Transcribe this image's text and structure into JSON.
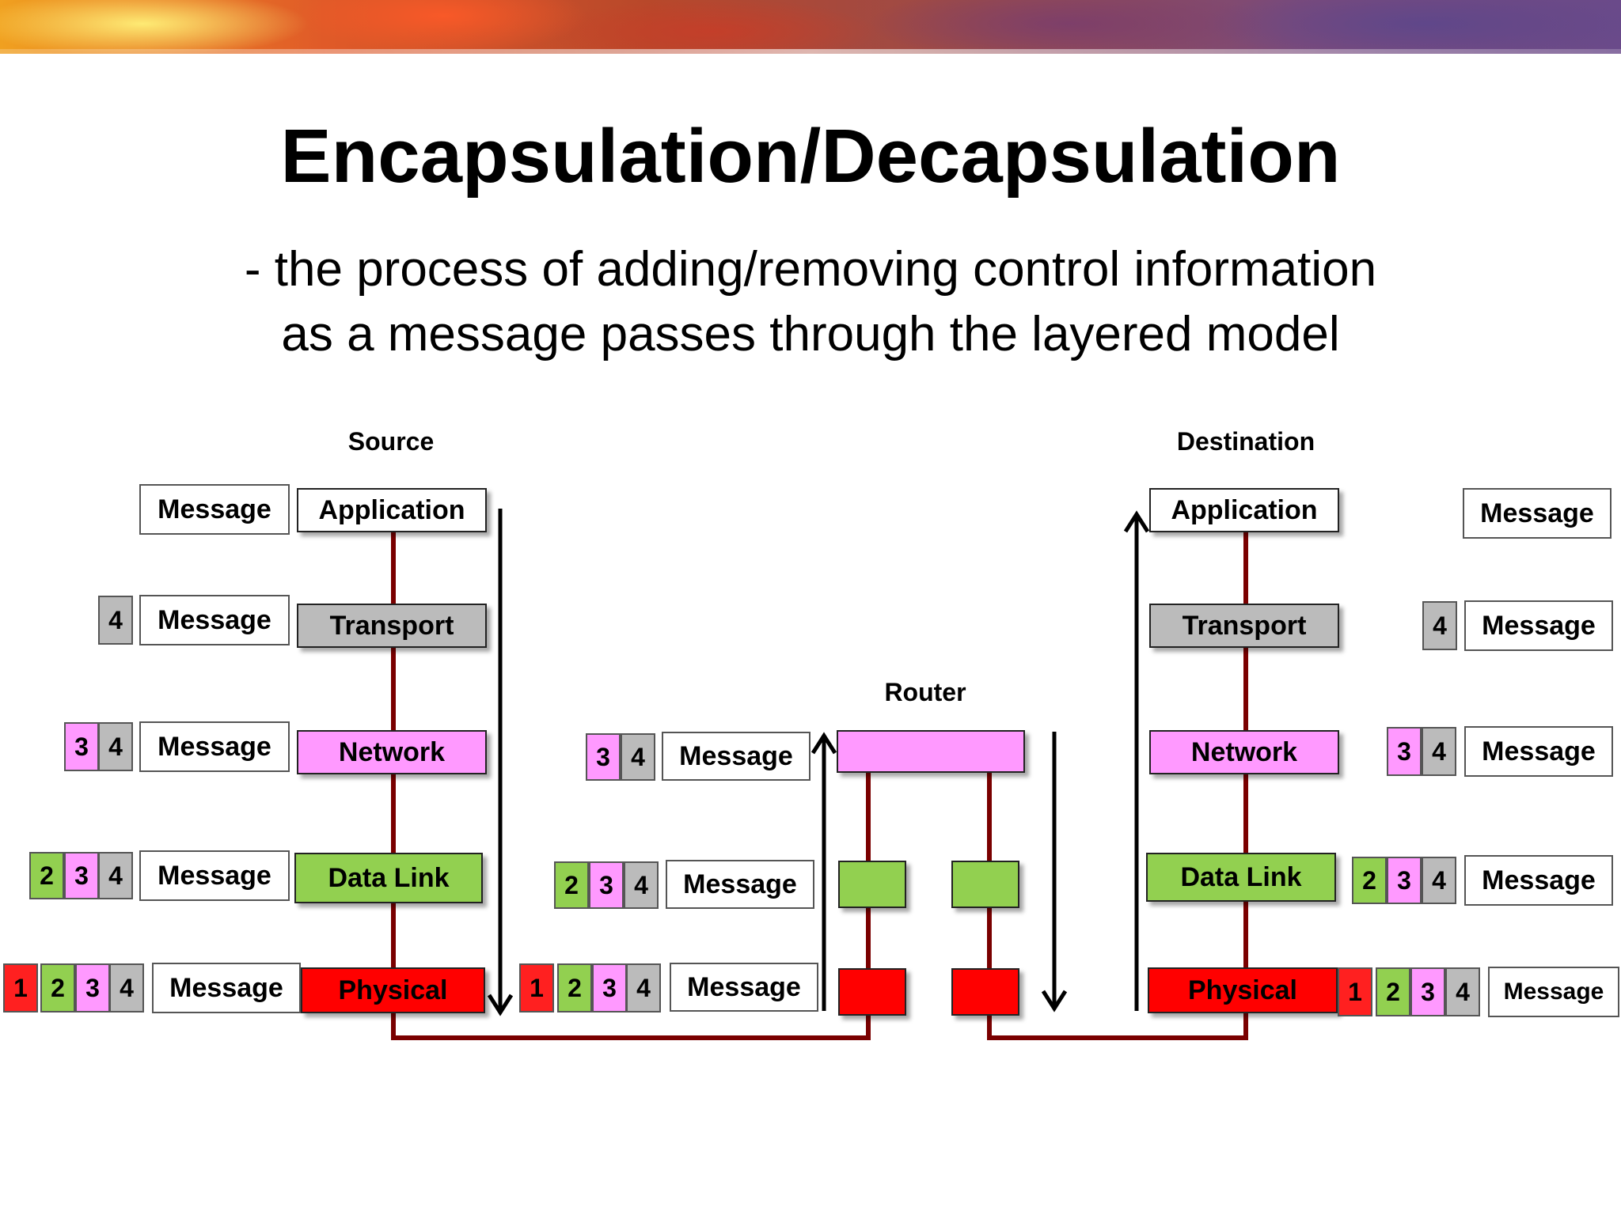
{
  "slide": {
    "title": "Encapsulation/Decapsulation",
    "subtitle_line1": "- the process of adding/removing control information",
    "subtitle_line2": "as a message passes through the layered model"
  },
  "diagram": {
    "source_label": "Source",
    "router_label": "Router",
    "destination_label": "Destination",
    "layers": {
      "application": "Application",
      "transport": "Transport",
      "network": "Network",
      "data_link": "Data Link",
      "physical": "Physical"
    },
    "message_label": "Message",
    "headers": {
      "h1": "1",
      "h2": "2",
      "h3": "3",
      "h4": "4"
    },
    "colors": {
      "application": "#ffffff",
      "transport": "#bbbbbb",
      "network": "#ff99ff",
      "data_link": "#92d050",
      "physical": "#ff0000",
      "path": "#7a0000"
    }
  }
}
